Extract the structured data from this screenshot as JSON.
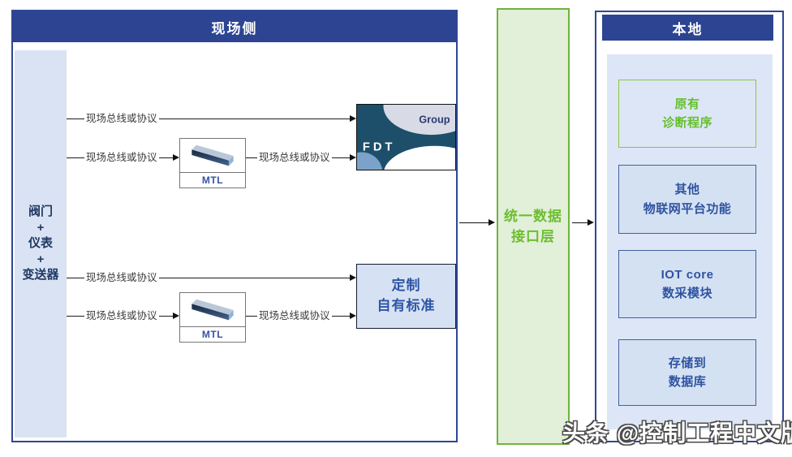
{
  "field_panel": {
    "title": "现场侧",
    "device_stack": {
      "lines": [
        "阀门",
        "+",
        "仪表",
        "+",
        "变送器"
      ]
    },
    "bus_label": "现场总线或协议",
    "mtl_label": "MTL",
    "fdt_logo": {
      "brand": "FDT",
      "suffix": "Group"
    },
    "custom_box": {
      "line1": "定制",
      "line2": "自有标准"
    }
  },
  "interface_layer": {
    "line1": "统一数据",
    "line2": "接口层"
  },
  "local_panel": {
    "title": "本地",
    "modules": [
      {
        "line1": "原有",
        "line2": "诊断程序"
      },
      {
        "line1": "其他",
        "line2": "物联网平台功能"
      },
      {
        "line1": "IOT core",
        "line2": "数采模块"
      },
      {
        "line1": "存储到",
        "line2": "数据库"
      }
    ]
  },
  "watermark": "头条 @控制工程中文版",
  "colors": {
    "header_navy": "#2c4492",
    "panel_border_navy": "#2e4793",
    "light_blue_fill": "#dae3f3",
    "module_fill": "#d4e1f3",
    "module_text": "#2e53a0",
    "green_border": "#6fb33c",
    "green_text": "#6cbe2e",
    "green_fill": "#e2efd9"
  }
}
